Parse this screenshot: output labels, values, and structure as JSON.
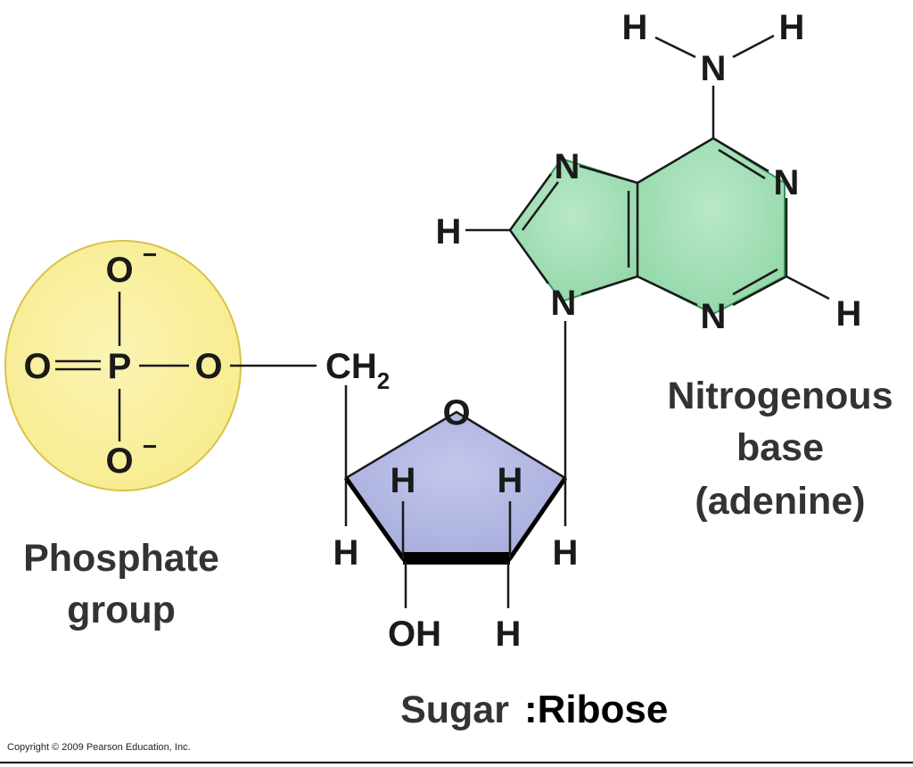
{
  "colors": {
    "phosphate_fill": "#f7ec8e",
    "phosphate_stroke": "#d9c24a",
    "base_fill": "#8fd6a6",
    "base_stroke": "#2f9a5e",
    "sugar_fill": "#a4aadb",
    "sugar_stroke": "#1a1a1a"
  },
  "phosphate": {
    "o_top": "O",
    "o_top_charge": "−",
    "o_left": "O",
    "p": "P",
    "o_right": "O",
    "o_bottom": "O",
    "o_bottom_charge": "−"
  },
  "sugar": {
    "ch2_c": "CH",
    "ch2_sub": "2",
    "ring_o": "O",
    "h_c4_up": "H",
    "h_c1_up": "H",
    "h_c4_out": "H",
    "h_c1_out": "H",
    "oh_c3": "OH",
    "h_c2": "H"
  },
  "base": {
    "nh2_h_left": "H",
    "nh2_n": "N",
    "nh2_h_right": "H",
    "n_top_left": "N",
    "n_top_right": "N",
    "h_c8": "H",
    "n9": "N",
    "n_bottom": "N",
    "h_c2": "H"
  },
  "labels": {
    "phosphate_line1": "Phosphate",
    "phosphate_line2": "group",
    "base_line1": "Nitrogenous",
    "base_line2": "base",
    "base_line3": "(adenine)",
    "sugar": "Sugar",
    "sugar_name": ":Ribose",
    "copyright": "Copyright © 2009 Pearson Education, Inc."
  }
}
